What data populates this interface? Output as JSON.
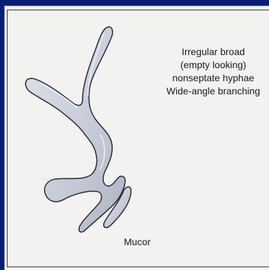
{
  "diagram": {
    "description_lines": [
      "Irregular broad",
      "(empty looking)",
      "nonseptate hyphae",
      "Wide-angle branching"
    ],
    "caption": "Mucor",
    "colors": {
      "slide_background": "#0a1e78",
      "panel": "#f3f2f0",
      "hypha_fill": "#c9cdd9",
      "hypha_stroke": "#2c2f3a"
    }
  }
}
